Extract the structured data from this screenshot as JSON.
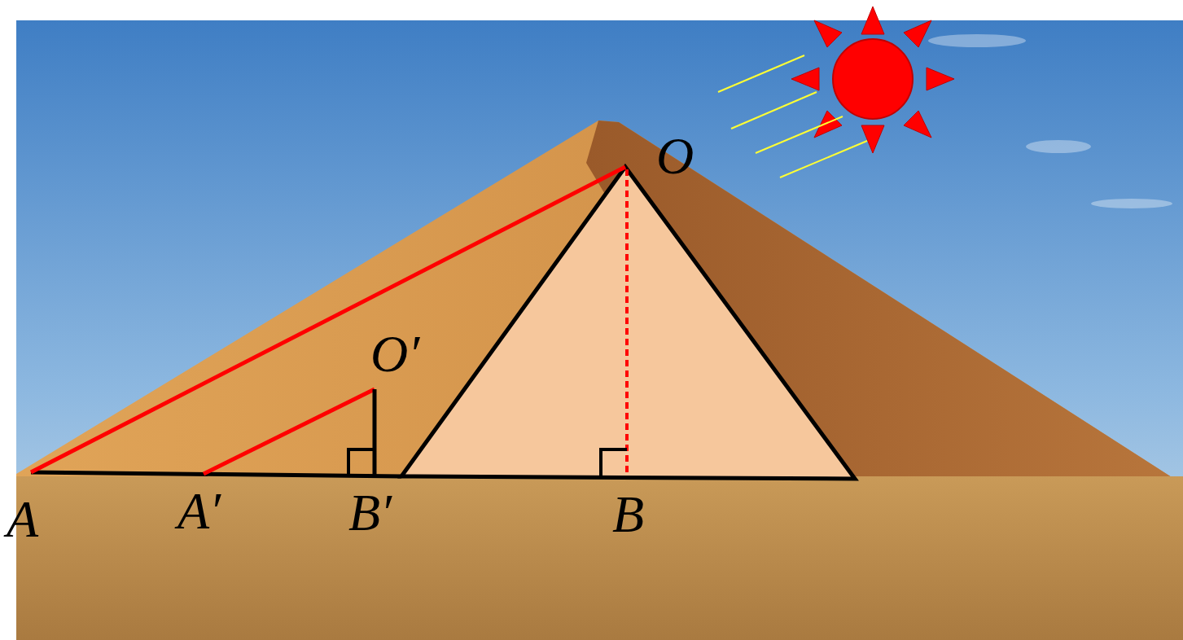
{
  "diagram": {
    "labels": [
      "O",
      "O′",
      "A",
      "A′",
      "B′",
      "B"
    ]
  }
}
